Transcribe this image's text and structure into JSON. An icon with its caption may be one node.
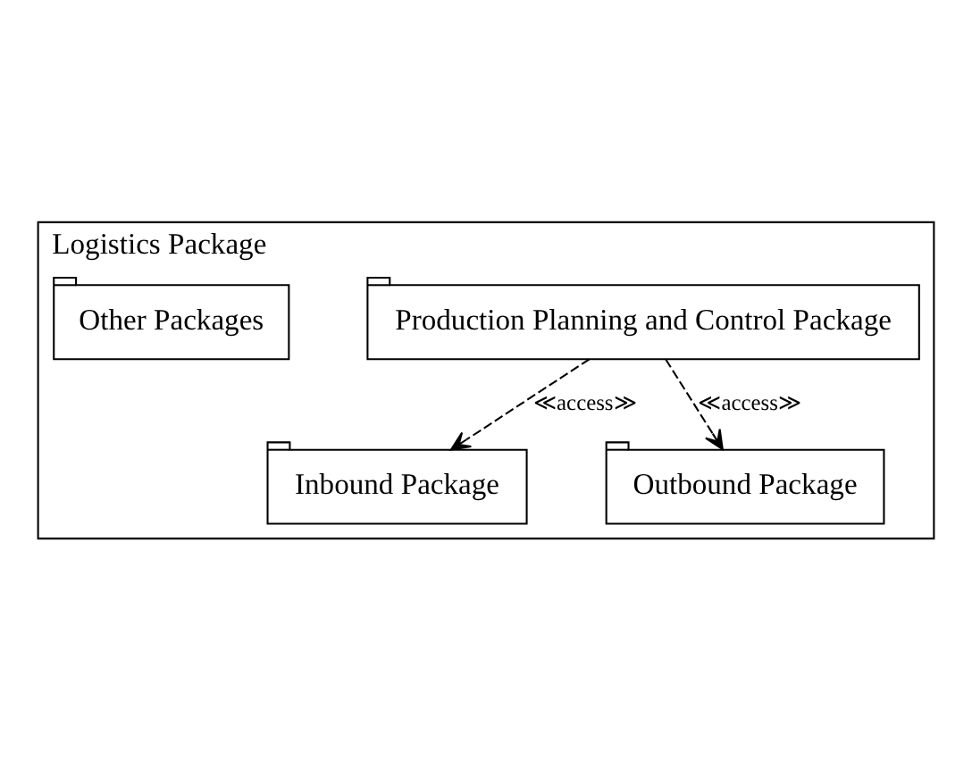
{
  "diagram": {
    "nodes": [
      {
        "text": [
          "Logistics Package"
        ]
      },
      {
        "text": [
          "Production Planning and Control Package"
        ],
        "in": 0
      },
      {
        "text": [
          "Inbound Package"
        ],
        "in": 0
      },
      {
        "text": [
          "Outbound Package"
        ],
        "in": 0
      },
      {
        "text": [
          "Other Packages"
        ],
        "in": 0
      }
    ],
    "edges": [
      {
        "from": 1,
        "to": 2,
        "arrow": "to",
        "label": "≪access≫",
        "style": "dashed"
      },
      {
        "from": 1,
        "to": 3,
        "arrow": "to",
        "label": "≪access≫",
        "style": "dashed"
      }
    ]
  }
}
